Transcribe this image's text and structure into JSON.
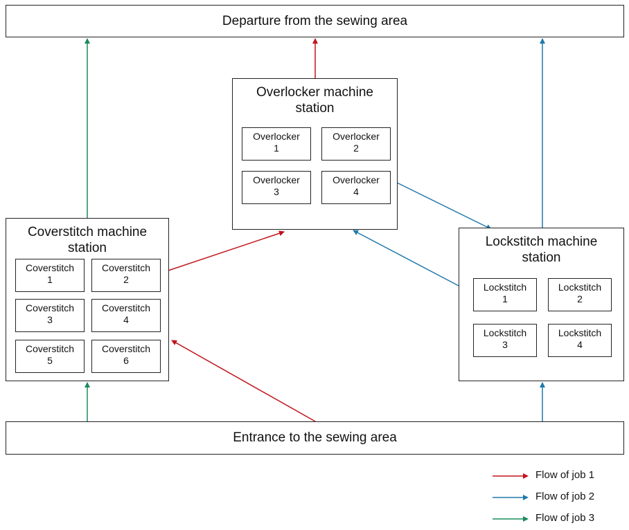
{
  "departure": "Departure from the sewing area",
  "entrance": "Entrance to the sewing area",
  "stations": {
    "overlocker": {
      "title_line1": "Overlocker machine",
      "title_line2": "station",
      "machines": [
        {
          "name": "Overlocker",
          "num": "1"
        },
        {
          "name": "Overlocker",
          "num": "2"
        },
        {
          "name": "Overlocker",
          "num": "3"
        },
        {
          "name": "Overlocker",
          "num": "4"
        }
      ]
    },
    "coverstitch": {
      "title_line1": "Coverstitch machine",
      "title_line2": "station",
      "machines": [
        {
          "name": "Coverstitch",
          "num": "1"
        },
        {
          "name": "Coverstitch",
          "num": "2"
        },
        {
          "name": "Coverstitch",
          "num": "3"
        },
        {
          "name": "Coverstitch",
          "num": "4"
        },
        {
          "name": "Coverstitch",
          "num": "5"
        },
        {
          "name": "Coverstitch",
          "num": "6"
        }
      ]
    },
    "lockstitch": {
      "title_line1": "Lockstitch machine",
      "title_line2": "station",
      "machines": [
        {
          "name": "Lockstitch",
          "num": "1"
        },
        {
          "name": "Lockstitch",
          "num": "2"
        },
        {
          "name": "Lockstitch",
          "num": "3"
        },
        {
          "name": "Lockstitch",
          "num": "4"
        }
      ]
    }
  },
  "legend": [
    {
      "label": "Flow of job 1",
      "color": "#c0141c"
    },
    {
      "label": "Flow of job 2",
      "color": "#1f78a8"
    },
    {
      "label": "Flow of job 3",
      "color": "#1a8a5a"
    }
  ],
  "colors": {
    "job1": "#c0141c",
    "job2": "#1f78a8",
    "job3": "#1a8a5a",
    "border": "#222222"
  }
}
